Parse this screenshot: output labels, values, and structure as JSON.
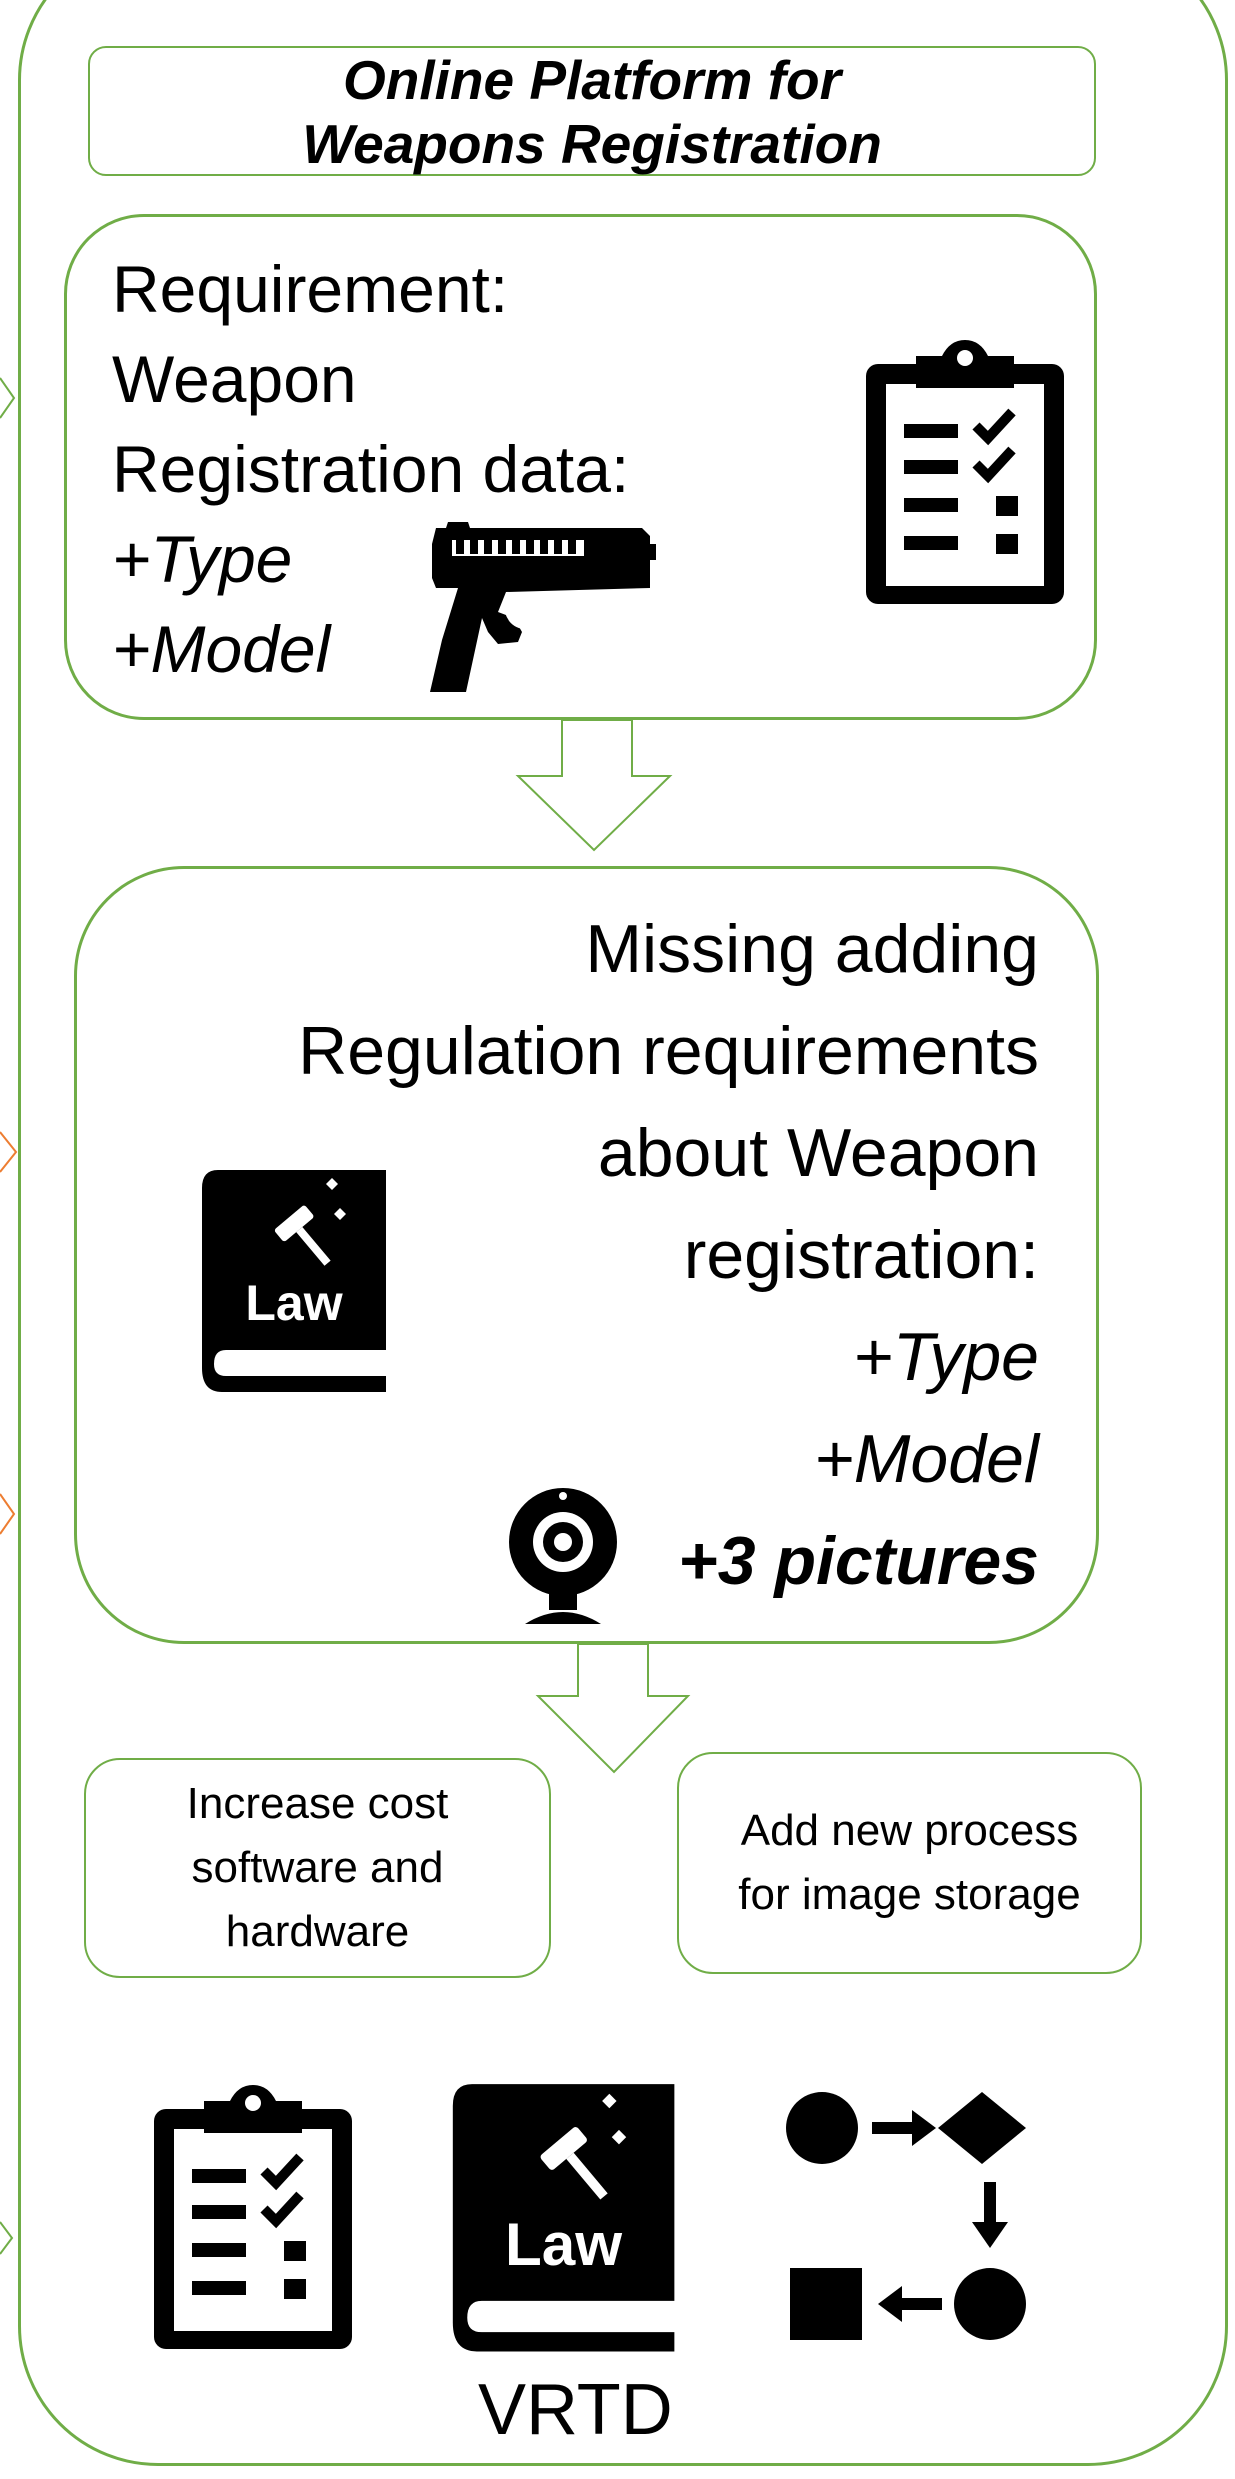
{
  "title": {
    "line1": "Online  Platform for",
    "line2": "Weapons Registration"
  },
  "requirement": {
    "line1": "Requirement:",
    "line2": "Weapon",
    "line3": "Registration data:",
    "item1": "+Type",
    "item2": "+Model"
  },
  "missing": {
    "line1": "Missing adding",
    "line2": "Regulation requirements",
    "line3": "about Weapon",
    "line4": "registration:",
    "item1": "+Type",
    "item2": "+Model",
    "item3": "+3 pictures"
  },
  "cost": {
    "line1": "Increase cost",
    "line2": "software and",
    "line3": "hardware"
  },
  "process": {
    "line1": "Add new process",
    "line2": "for image storage"
  },
  "law_icon_text": "Law",
  "bottom_label": "VRTD",
  "icons": [
    "clipboard-checklist-icon",
    "pistol-icon",
    "law-book-icon",
    "webcam-icon",
    "process-flow-icon"
  ],
  "colors": {
    "frame_green": "#70AD47",
    "side_arrow_orange": "#ED7D31"
  }
}
